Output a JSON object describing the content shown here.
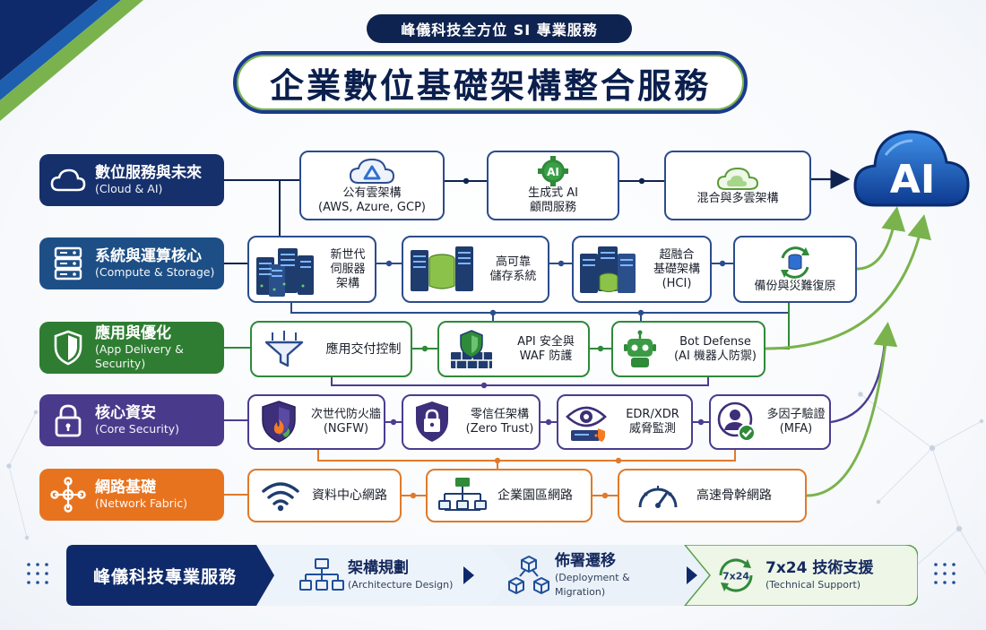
{
  "header": {
    "subtitle": "峰儀科技全方位 SI 專業服務",
    "title": "企業數位基礎架構整合服務"
  },
  "layers": [
    {
      "id": "cloud",
      "title": "數位服務與未來",
      "subtitle": "(Cloud & AI)",
      "color": "#16306c",
      "icon": "cloud-icon"
    },
    {
      "id": "compute",
      "title": "系統與運算核心",
      "subtitle": "(Compute & Storage)",
      "color": "#1d4f86",
      "icon": "server-rack-icon"
    },
    {
      "id": "app",
      "title": "應用與優化",
      "subtitle": "(App Delivery & Security)",
      "color": "#2e7d32",
      "icon": "shield-icon"
    },
    {
      "id": "security",
      "title": "核心資安",
      "subtitle": "(Core Security)",
      "color": "#4a3a8c",
      "icon": "padlock-icon"
    },
    {
      "id": "network",
      "title": "網路基礎",
      "subtitle": "(Network Fabric)",
      "color": "#e8731f",
      "icon": "network-hub-icon"
    }
  ],
  "cloud_boxes": [
    {
      "label": "公有雲架構\n(AWS, Azure, GCP)",
      "icon": "cloud-logo-icon"
    },
    {
      "label": "生成式 AI\n顧問服務",
      "icon": "ai-gear-icon"
    },
    {
      "label": "混合與多雲架構",
      "icon": "multi-cloud-icon"
    }
  ],
  "compute_boxes": [
    {
      "label": "新世代\n伺服器\n架構",
      "icon": "servers-icon"
    },
    {
      "label": "高可靠\n儲存系統",
      "icon": "storage-icon"
    },
    {
      "label": "超融合\n基礎架構\n(HCI)",
      "icon": "hci-icon"
    },
    {
      "label": "備份與災難復原",
      "icon": "backup-recovery-icon"
    }
  ],
  "app_boxes": [
    {
      "label": "應用交付控制",
      "icon": "funnel-icon"
    },
    {
      "label": "API 安全與\nWAF 防護",
      "icon": "waf-shield-icon"
    },
    {
      "label": "Bot Defense\n(AI 機器人防禦)",
      "icon": "robot-icon"
    }
  ],
  "security_boxes": [
    {
      "label": "次世代防火牆\n(NGFW)",
      "icon": "firewall-shield-icon"
    },
    {
      "label": "零信任架構\n(Zero Trust)",
      "icon": "lock-shield-icon"
    },
    {
      "label": "EDR/XDR\n威脅監測",
      "icon": "eye-monitor-icon"
    },
    {
      "label": "多因子驗證\n(MFA)",
      "icon": "user-check-icon"
    }
  ],
  "network_boxes": [
    {
      "label": "資料中心網路",
      "icon": "wifi-icon"
    },
    {
      "label": "企業園區網路",
      "icon": "campus-network-icon"
    },
    {
      "label": "高速骨幹網路",
      "icon": "speedometer-icon"
    }
  ],
  "ai": {
    "label": "AI",
    "icon": "ai-cloud-icon"
  },
  "services_band": {
    "main": "峰儀科技專業服務",
    "steps": [
      {
        "title": "架構規劃",
        "subtitle": "(Architecture Design)",
        "icon": "org-chart-icon"
      },
      {
        "title": "佈署遷移",
        "subtitle": "(Deployment & Migration)",
        "icon": "cubes-icon"
      },
      {
        "title": "7x24 技術支援",
        "subtitle": "(Technical Support)",
        "icon": "support-cycle-icon",
        "badge": "7x24"
      }
    ]
  },
  "colors": {
    "navy": "#0f2350",
    "blue": "#2b4c8c",
    "green": "#2f8a3a",
    "purple": "#4a3d8f",
    "orange": "#e07a2a",
    "lime": "#7ab34d"
  }
}
